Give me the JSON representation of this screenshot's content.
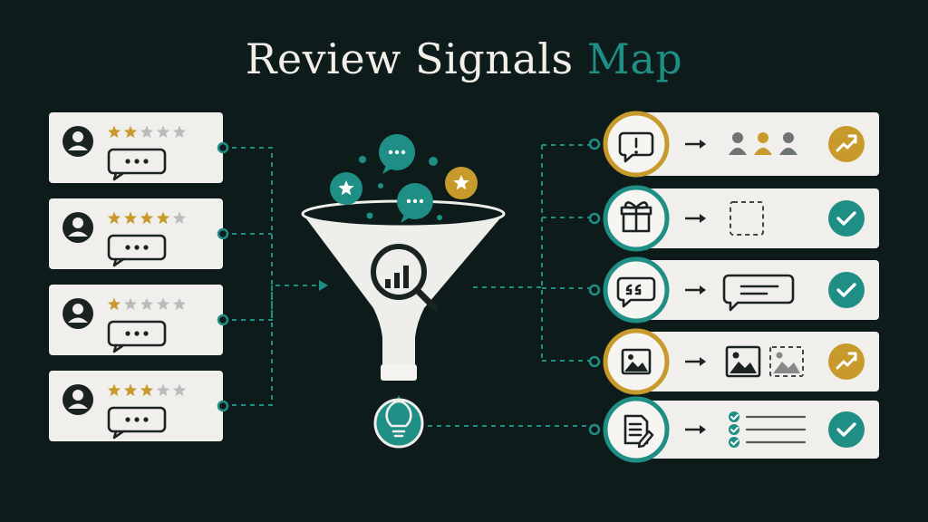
{
  "title": {
    "main": "Review Signals",
    "accent": "Map"
  },
  "colors": {
    "background": "#0e1b1b",
    "card": "#f1efec",
    "teal": "#1f8f85",
    "gold": "#c79a2b",
    "star_empty": "#b9bcbc",
    "ink": "#1b2222"
  },
  "reviews": [
    {
      "rating": 2,
      "max": 5,
      "icons": [
        "avatar-icon",
        "speech-bubble-icon"
      ]
    },
    {
      "rating": 4,
      "max": 5,
      "icons": [
        "avatar-icon",
        "speech-bubble-icon"
      ]
    },
    {
      "rating": 1,
      "max": 5,
      "icons": [
        "avatar-icon",
        "speech-bubble-icon"
      ]
    },
    {
      "rating": 3,
      "max": 5,
      "icons": [
        "avatar-icon",
        "speech-bubble-icon"
      ]
    }
  ],
  "funnel": {
    "center_icon": "analytics-magnifier-icon",
    "output_icon": "lightbulb-icon",
    "particles": [
      "chat-bubble-icon",
      "star-icon",
      "chat-bubble-icon",
      "star-icon"
    ]
  },
  "signals": [
    {
      "icon": "alert-bubble-icon",
      "ring": "gold",
      "result": "people-group-icon",
      "status": "trend-up-icon",
      "status_color": "gold"
    },
    {
      "icon": "gift-icon",
      "ring": "teal",
      "result": "empty-placeholder-icon",
      "status": "check-icon",
      "status_color": "teal"
    },
    {
      "icon": "quote-bubble-icon",
      "ring": "teal",
      "result": "message-bubble-icon",
      "status": "check-icon",
      "status_color": "teal"
    },
    {
      "icon": "image-icon",
      "ring": "gold",
      "result": "image-pair-icon",
      "status": "trend-up-icon",
      "status_color": "gold"
    },
    {
      "icon": "document-edit-icon",
      "ring": "teal",
      "result": "checklist-icon",
      "status": "check-icon",
      "status_color": "teal"
    }
  ]
}
